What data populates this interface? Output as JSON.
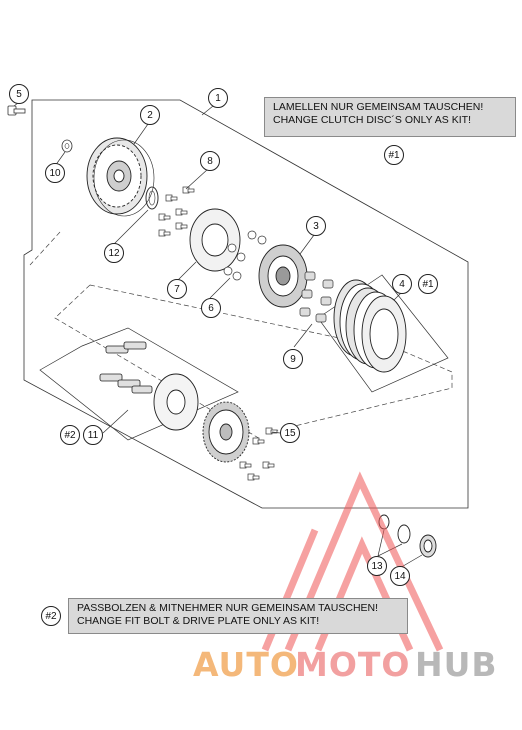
{
  "notes": {
    "top_line1": "LAMELLEN NUR GEMEINSAM TAUSCHEN!",
    "top_line2": "CHANGE CLUTCH DISC´S ONLY AS KIT!",
    "bottom_line1": "PASSBOLZEN & MITNEHMER NUR GEMEINSAM TAUSCHEN!",
    "bottom_line2": "CHANGE FIT BOLT & DRIVE PLATE ONLY AS KIT!"
  },
  "callouts": {
    "c1": "1",
    "c2": "2",
    "c3": "3",
    "c4": "4",
    "c5": "5",
    "c6": "6",
    "c7": "7",
    "c8": "8",
    "c9": "9",
    "c10": "10",
    "c11": "11",
    "c12": "12",
    "c13": "13",
    "c14": "14",
    "c15": "15",
    "ref1_top": "#1",
    "ref1_kit": "#1",
    "ref2_drive": "#2",
    "ref2_note": "#2"
  },
  "watermark": {
    "part1": "AUTO",
    "part2": "MOTO",
    "part3": "HUB",
    "colors": {
      "auto": "#f4b87a",
      "moto": "#f2a0a0",
      "hub": "#b8b8b8",
      "logo": "#ef5555"
    }
  }
}
